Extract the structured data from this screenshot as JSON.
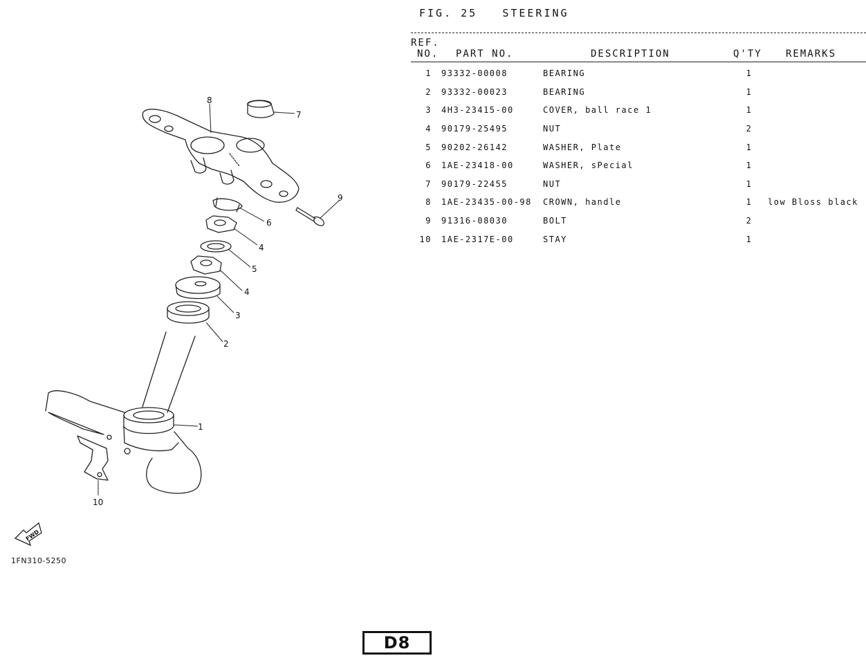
{
  "figure": {
    "label": "FIG. 25",
    "title": "STEERING"
  },
  "table": {
    "headers": {
      "ref_line1": "REF.",
      "ref_line2": "NO.",
      "part_no": "PART NO.",
      "description": "DESCRIPTION",
      "qty": "Q'TY",
      "remarks": "REMARKS"
    },
    "rows": [
      {
        "ref": "1",
        "part_no": "93332-00008",
        "description": "BEARING",
        "qty": "1",
        "remarks": ""
      },
      {
        "ref": "2",
        "part_no": "93332-00023",
        "description": "BEARING",
        "qty": "1",
        "remarks": ""
      },
      {
        "ref": "3",
        "part_no": "4H3-23415-00",
        "description": "COVER, ball race 1",
        "qty": "1",
        "remarks": ""
      },
      {
        "ref": "4",
        "part_no": "90179-25495",
        "description": "NUT",
        "qty": "2",
        "remarks": ""
      },
      {
        "ref": "5",
        "part_no": "90202-26142",
        "description": "WASHER, Plate",
        "qty": "1",
        "remarks": ""
      },
      {
        "ref": "6",
        "part_no": "1AE-23418-00",
        "description": "WASHER, sPecial",
        "qty": "1",
        "remarks": ""
      },
      {
        "ref": "7",
        "part_no": "90179-22455",
        "description": "NUT",
        "qty": "1",
        "remarks": ""
      },
      {
        "ref": "8",
        "part_no": "1AE-23435-00-98",
        "description": "CROWN, handle",
        "qty": "1",
        "remarks": "low Bloss black"
      },
      {
        "ref": "9",
        "part_no": "91316-08030",
        "description": "BOLT",
        "qty": "2",
        "remarks": ""
      },
      {
        "ref": "10",
        "part_no": "1AE-2317E-00",
        "description": "STAY",
        "qty": "1",
        "remarks": ""
      }
    ]
  },
  "diagram": {
    "callouts": [
      "1",
      "2",
      "3",
      "4",
      "4",
      "5",
      "6",
      "7",
      "8",
      "9",
      "10"
    ],
    "fwd_label": "FWD",
    "drawing_code": "1FN310-5250"
  },
  "page": {
    "number": "D8"
  }
}
